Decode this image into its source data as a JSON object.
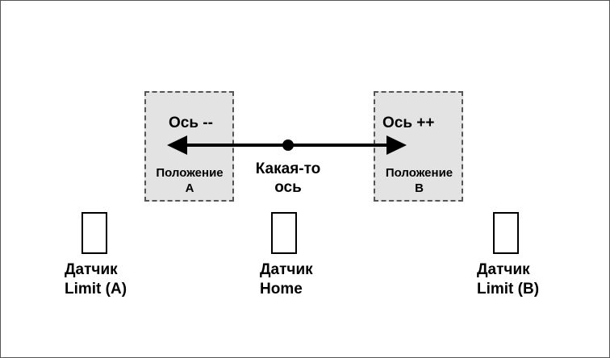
{
  "axis": {
    "label_line1": "Какая-то",
    "label_line2": "ось"
  },
  "zone_minus": {
    "title": "Ось --",
    "pos_line1": "Положение",
    "pos_line2": "A"
  },
  "zone_plus": {
    "title": "Ось ++",
    "pos_line1": "Положение",
    "pos_line2": "B"
  },
  "sensors": [
    {
      "line1": "Датчик",
      "line2": "Limit (A)"
    },
    {
      "line1": "Датчик",
      "line2": "Home"
    },
    {
      "line1": "Датчик",
      "line2": "Limit (B)"
    }
  ]
}
